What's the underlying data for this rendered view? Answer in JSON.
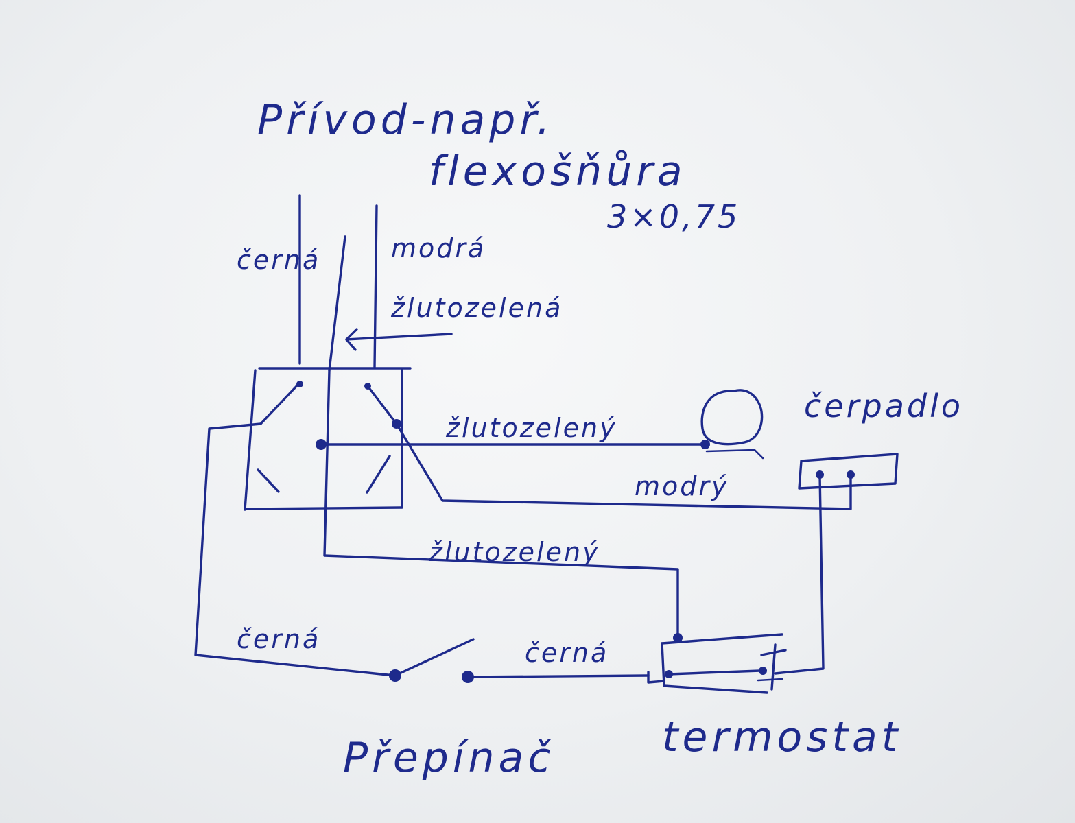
{
  "title_line1": "Přívod-např.",
  "title_line2": "flexošňůra",
  "cable_spec": "3×0,75",
  "labels": {
    "cerna_top": "černá",
    "modra_top": "modrá",
    "zlutozelena_top": "žlutozelená",
    "zlutozeleny_motor": "žlutozelený",
    "cerpadlo": "čerpadlo",
    "modry": "modrý",
    "zlutozeleny_bottom": "žlutozelený",
    "cerna_left": "černá",
    "cerna_right": "černá",
    "prepinac": "Přepínač",
    "termostat": "termostat"
  },
  "colors": {
    "ink": "#1e2a8c",
    "paper": "#f4f5f6"
  }
}
